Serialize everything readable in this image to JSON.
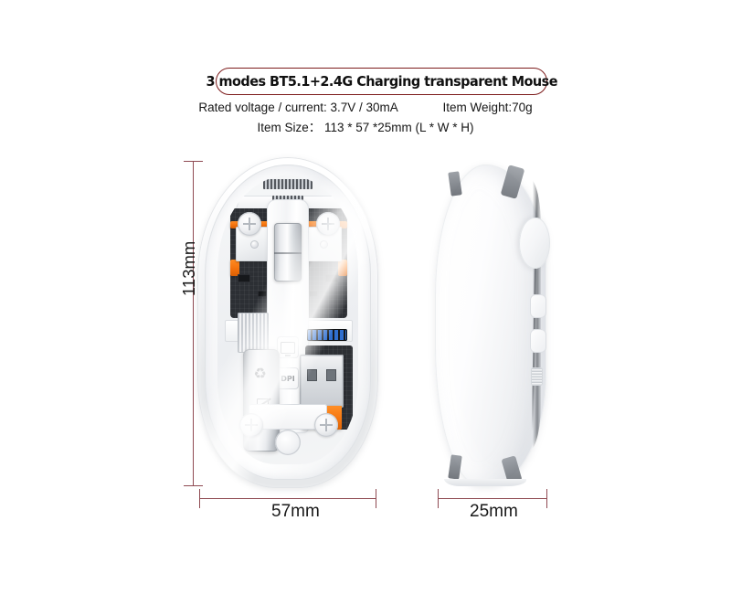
{
  "page": {
    "background_color": "#ffffff",
    "accent_color": "#7d1c1c",
    "dimension_line_color": "#8f4a52"
  },
  "header": {
    "title": "3 modes BT5.1+2.4G Charging transparent Mouse",
    "specs": {
      "rated": "Rated voltage / current: 3.7V / 30mA",
      "weight": "Item Weight:70g",
      "size": "Item Size： 113 * 57 *25mm (L * W * H)"
    }
  },
  "dimensions": {
    "height_label": "113mm",
    "width_label": "57mm",
    "depth_label": "25mm"
  },
  "views": {
    "bottom_view": {
      "name": "Mouse bottom view with transparent shell",
      "components": {
        "scroll_wheel": "scroll-wheel",
        "battery": "lithium-battery",
        "usb_dongle": "usb-a-receiver",
        "pcb": "printed-circuit-board",
        "microswitches": "micro-switch",
        "mode_button_monitor": "monitor-mode-button",
        "mode_button_dpi": "DPI",
        "sensor": "optical-sensor-lens"
      },
      "battery_icons": {
        "recycle": "recycle-icon",
        "no_bin": "no-waste-bin-icon"
      }
    },
    "side_view": {
      "name": "Mouse side profile view"
    }
  }
}
